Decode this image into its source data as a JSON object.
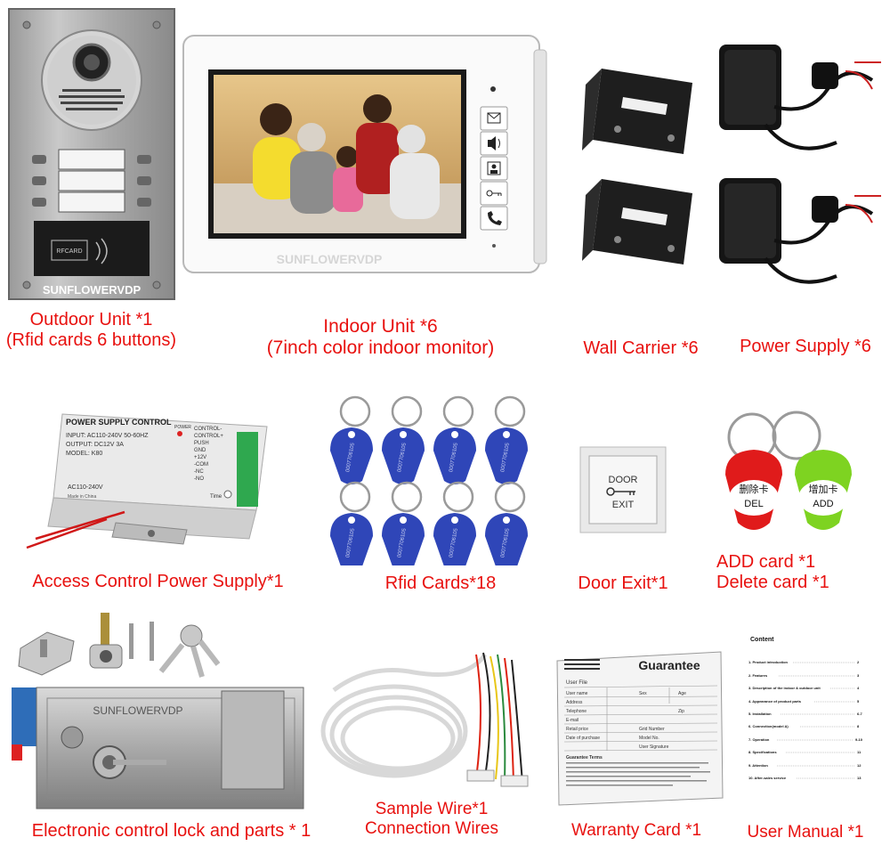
{
  "outdoor_unit": {
    "brand": "SUNFLOWERVDP",
    "card_label": "RFCARD",
    "caption_line1": "Outdoor Unit *1",
    "caption_line2": "(Rfid cards 6 buttons)"
  },
  "indoor_unit": {
    "brand": "SUNFLOWERVDP",
    "caption_line1": "Indoor Unit *6",
    "caption_line2": "(7inch color indoor monitor)"
  },
  "wall_carrier": {
    "caption": "Wall Carrier *6"
  },
  "power_supply": {
    "caption": "Power Supply *6"
  },
  "access_power": {
    "title": "POWER SUPPLY CONTROL",
    "input": "INPUT: AC110-240V 50-60HZ",
    "output": "OUTPUT: DC12V 3A",
    "model": "MODEL: K80",
    "power_label": "POWER",
    "terminals": [
      "CONTROL-",
      "CONTROL+",
      "PUSH",
      "GND",
      "+12V",
      "-COM",
      "-NC",
      "-NO"
    ],
    "ac_label": "AC110-240V",
    "made_in": "Made in China",
    "time_label": "Time",
    "caption": "Access Control Power Supply*1"
  },
  "rfid_cards": {
    "card_number": "0007706105",
    "caption": "Rfid Cards*18"
  },
  "door_exit": {
    "line1": "DOOR",
    "line2": "EXIT",
    "caption": "Door Exit*1"
  },
  "add_delete": {
    "red_card_cn": "删除卡",
    "red_card_en": "DEL",
    "green_card_cn": "增加卡",
    "green_card_en": "ADD",
    "caption_line1": "ADD card *1",
    "caption_line2": "Delete card *1"
  },
  "lock": {
    "brand": "SUNFLOWERVDP",
    "caption": "Electronic control lock and parts * 1"
  },
  "wires": {
    "caption_line1": "Sample Wire*1",
    "caption_line2": "Connection Wires"
  },
  "warranty": {
    "title": "Guarantee",
    "user_file": "User File",
    "rows": [
      "User name",
      "Address",
      "Telephone",
      "E-mail",
      "Retail price",
      "Date of purchase"
    ],
    "right_rows": [
      "Sex",
      "Age",
      "Zip",
      "Grid Number",
      "Model No.",
      "User Signature"
    ],
    "terms_title": "Guarantee Terms",
    "caption": "Warranty Card *1"
  },
  "manual": {
    "heading": "Content",
    "toc": [
      {
        "t": "1.  Product introduction",
        "p": "2"
      },
      {
        "t": "2.  Features",
        "p": "3"
      },
      {
        "t": "3.  Description of the indoor & outdoor unit",
        "p": "4"
      },
      {
        "t": "4.  Appearance of product parts",
        "p": "5"
      },
      {
        "t": "5.  Installation",
        "p": "6-7"
      },
      {
        "t": "6.  Connection(model A)",
        "p": "8"
      },
      {
        "t": "7.  Operation",
        "p": "9-10"
      },
      {
        "t": "8.  Specifications",
        "p": "11"
      },
      {
        "t": "9.  Attention",
        "p": "12"
      },
      {
        "t": "10.  After-sales service",
        "p": "13"
      }
    ],
    "caption": "User Manual *1"
  },
  "colors": {
    "caption": "#e8110f",
    "card_blue": "#2f46b8",
    "card_red": "#e01b1b",
    "card_green": "#7ed321"
  }
}
